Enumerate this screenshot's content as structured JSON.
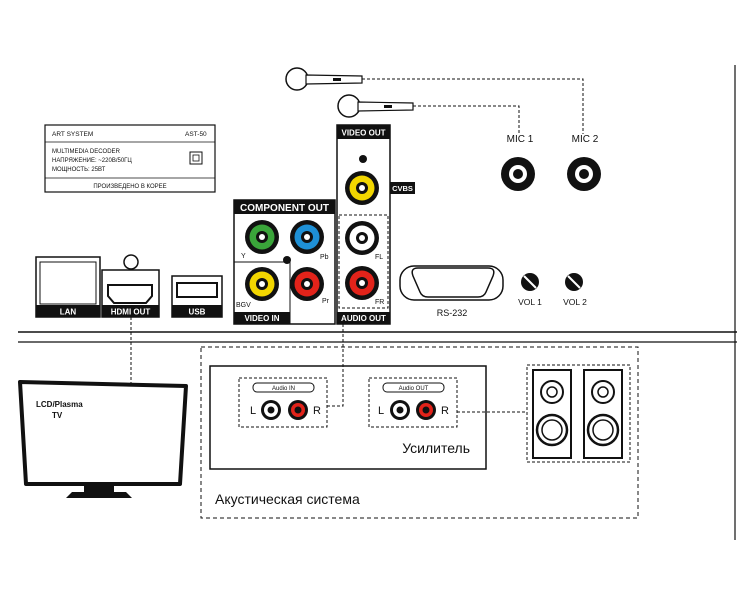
{
  "nameplate": {
    "brand": "ART SYSTEM",
    "model": "AST-50",
    "line1": "MULTIMEDIA DECODER",
    "line2": "НАПРЯЖЕНИЕ: ~220В/50ГЦ",
    "line3": "МОЩНОСТЬ: 25ВТ",
    "made_in": "ПРОИЗВЕДЕНО В КОРЕЕ"
  },
  "ports": {
    "lan": "LAN",
    "hdmi_out": "HDMI OUT",
    "usb": "USB",
    "component_out": "COMPONENT OUT",
    "y": "Y",
    "pb": "Pb",
    "pr": "Pr",
    "bgv": "BGV",
    "video_in": "VIDEO IN",
    "video_out": "VIDEO OUT",
    "cvbs": "CVBS",
    "fl": "FL",
    "fr": "FR",
    "audio_out": "AUDIO OUT",
    "rs232": "RS-232",
    "vol1": "VOL 1",
    "vol2": "VOL 2",
    "mic1": "MIC 1",
    "mic2": "MIC 2"
  },
  "tv": {
    "line1": "LCD/Plasma",
    "line2": "TV"
  },
  "amplifier": {
    "title": "Усилитель",
    "audio_in": "Audio IN",
    "audio_out": "Audio OUT",
    "l": "L",
    "r": "R"
  },
  "acoustic_system": "Акустическая система",
  "colors": {
    "y_green": "#3aa53a",
    "pb_blue": "#1e90d6",
    "red": "#e2231a",
    "yellow": "#f2d600"
  }
}
